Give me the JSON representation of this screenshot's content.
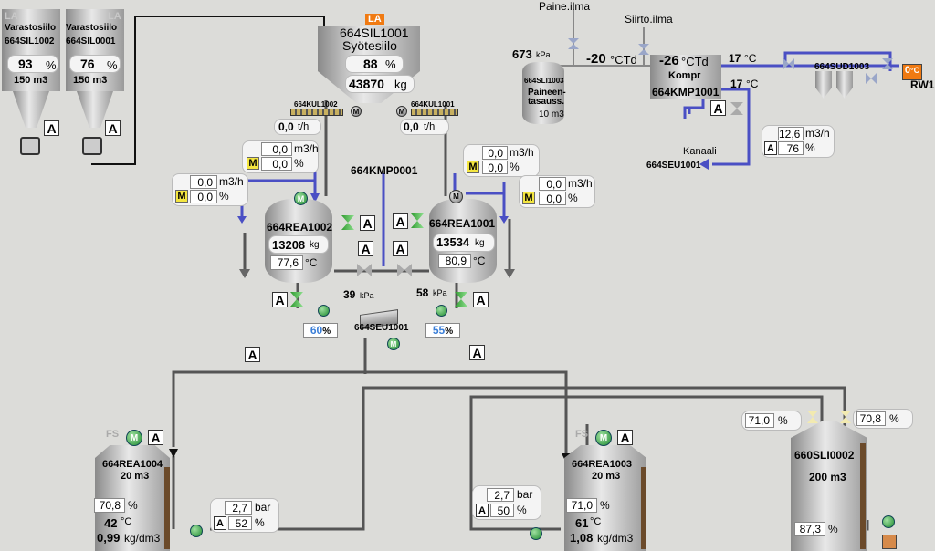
{
  "storage_silos": {
    "silo_a": {
      "title1": "Varastosiilo",
      "title2": "664SIL1002",
      "level": "93",
      "level_unit": "%",
      "volume": "150 m3",
      "corner": "LA"
    },
    "silo_b": {
      "title1": "Varastosiilo",
      "title2": "664SIL0001",
      "level": "76",
      "level_unit": "%",
      "volume": "150 m3",
      "corner": "LA"
    }
  },
  "feed_silo": {
    "la": "LA",
    "tag": "664SIL1001",
    "name": "Syötesiilo",
    "level": "88",
    "level_unit": "%",
    "mass": "43870",
    "mass_unit": "kg"
  },
  "conveyors": {
    "kul1002": {
      "tag": "664KUL1002",
      "flow": "0,0",
      "unit": "t/h"
    },
    "kul1001": {
      "tag": "664KUL1001",
      "flow": "0,0",
      "unit": "t/h"
    }
  },
  "flow_inputs": {
    "f1": {
      "value": "0,0",
      "unit": "m3/h",
      "pct": "0,0",
      "pct_unit": "%",
      "mode": "M"
    },
    "f2": {
      "value": "0,0",
      "unit": "m3/h",
      "pct": "0,0",
      "pct_unit": "%",
      "mode": "M"
    },
    "f3": {
      "value": "0,0",
      "unit": "m3/h",
      "pct": "0,0",
      "pct_unit": "%",
      "mode": "M"
    },
    "f4": {
      "value": "0,0",
      "unit": "m3/h",
      "pct": "0,0",
      "pct_unit": "%",
      "mode": "M"
    }
  },
  "kmp0001": "664KMP0001",
  "reactors": {
    "rea1002": {
      "tag": "664REA1002",
      "mass": "13208",
      "mass_unit": "kg",
      "temp": "77,6",
      "temp_unit": "°C",
      "pressure": "39",
      "pressure_unit": "kPa",
      "valve_pct": "60",
      "valve_unit": "%"
    },
    "rea1001": {
      "tag": "664REA1001",
      "mass": "13534",
      "mass_unit": "kg",
      "temp": "80,9",
      "temp_unit": "°C",
      "pressure": "58",
      "pressure_unit": "kPa",
      "valve_pct": "55",
      "valve_unit": "%"
    }
  },
  "seu1001": "664SEU1001",
  "air": {
    "paine_ilma": "Paine.ilma",
    "siirto_ilma": "Siirto.ilma",
    "pressure": "673",
    "pressure_unit": "kPa",
    "tank_tag": "664SLI1003",
    "tank_name1": "Paineen-",
    "tank_name2": "tasauss.",
    "tank_vol": "10 m3",
    "dewpoint1": "-20",
    "dewpoint1_unit": "°CTd",
    "dewpoint2": "-26",
    "dewpoint2_unit": "°CTd",
    "compressor": "Kompr",
    "compressor_tag": "664KMP1001",
    "temp1": "17",
    "temp1_unit": "°C",
    "temp2": "17",
    "temp2_unit": "°C",
    "sud_tag": "664SUD1003",
    "rw_value": "0",
    "rw_unit": "°C",
    "rw_tag": "RW1",
    "kanaali": "Kanaali",
    "seu_tag": "664SEU1001",
    "cool_flow": "12,6",
    "cool_flow_unit": "m3/h",
    "cool_pct": "76",
    "cool_pct_unit": "%"
  },
  "bottom": {
    "rea1004": {
      "tag": "664REA1004",
      "vol": "20 m3",
      "level": "70,8",
      "level_unit": "%",
      "temp": "42",
      "temp_unit": "°C",
      "density": "0,99",
      "density_unit": "kg/dm3",
      "fs": "FS"
    },
    "rea1003": {
      "tag": "664REA1003",
      "vol": "20 m3",
      "level": "71,0",
      "level_unit": "%",
      "temp": "61",
      "temp_unit": "°C",
      "density": "1,08",
      "density_unit": "kg/dm3",
      "fs": "FS"
    },
    "sli0002": {
      "tag": "660SLI0002",
      "vol": "200 m3",
      "level": "87,3",
      "level_unit": "%",
      "in1": "71,0",
      "in1_unit": "%",
      "in2": "70,8",
      "in2_unit": "%"
    },
    "p1": {
      "value": "2,7",
      "unit": "bar",
      "pct": "52",
      "pct_unit": "%"
    },
    "p2": {
      "value": "2,7",
      "unit": "bar",
      "pct": "50",
      "pct_unit": "%"
    }
  },
  "labels": {
    "auto": "A",
    "motor": "M"
  }
}
